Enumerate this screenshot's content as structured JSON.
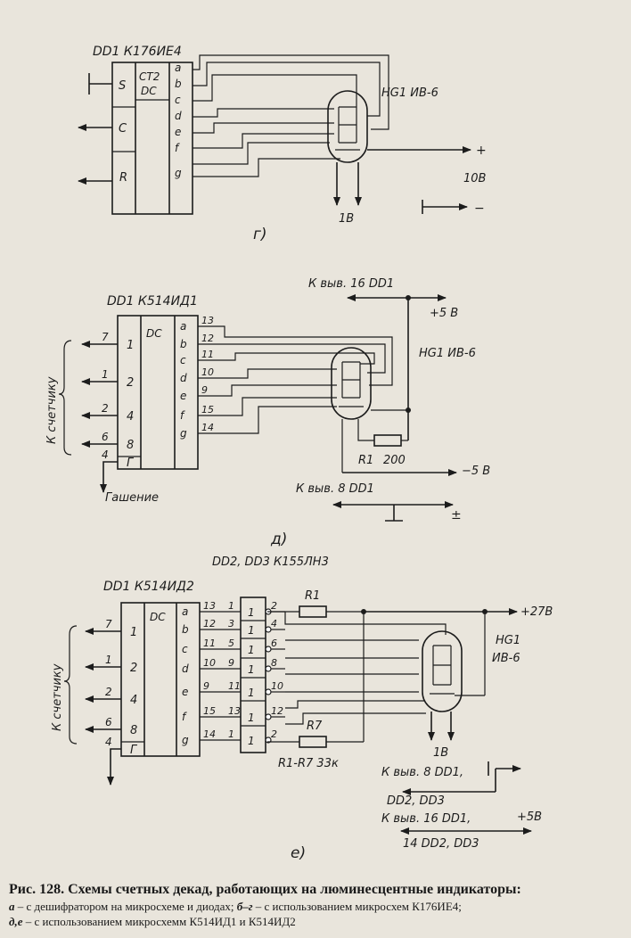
{
  "diagram_g": {
    "chip_label": "DD1  К176ИЕ4",
    "pin_s": "S",
    "pin_c": "C",
    "pin_r": "R",
    "block_a": "CT2",
    "block_b": "DC",
    "outputs": [
      "a",
      "b",
      "c",
      "d",
      "e",
      "f",
      "g"
    ],
    "tube_label": "HG1  ИВ-6",
    "plus": "+",
    "minus": "−",
    "voltage_10": "10В",
    "voltage_1": "1В",
    "sub_label": "г)"
  },
  "diagram_d": {
    "chip_label": "DD1  К514ИД1",
    "block": "DC",
    "inputs": [
      "1",
      "2",
      "4",
      "8",
      "Г"
    ],
    "input_pins": [
      "7",
      "1",
      "2",
      "6",
      "4"
    ],
    "outputs": [
      "a",
      "b",
      "c",
      "d",
      "e",
      "f",
      "g"
    ],
    "output_pins": [
      "13",
      "12",
      "11",
      "10",
      "9",
      "15",
      "14"
    ],
    "counter_label": "К счетчику",
    "blank_label": "Гашение",
    "pin16_label": "К выв. 16 DD1",
    "plus5": "+5 В",
    "minus5": "−5 В",
    "tube_label": "HG1  ИВ-6",
    "r1": "R1",
    "r1_val": "200",
    "pin8_label": "К выв. 8 DD1",
    "pm": "±",
    "sub_label": "д)"
  },
  "diagram_e": {
    "inv_label": "DD2, DD3  К155ЛН3",
    "chip_label": "DD1  К514ИД2",
    "block": "DC",
    "inputs": [
      "1",
      "2",
      "4",
      "8",
      "Г"
    ],
    "input_pins": [
      "7",
      "1",
      "2",
      "6",
      "4"
    ],
    "outputs": [
      "a",
      "b",
      "c",
      "d",
      "e",
      "f",
      "g"
    ],
    "output_pins": [
      "13",
      "12",
      "11",
      "10",
      "9",
      "15",
      "14"
    ],
    "inv_in": [
      "1",
      "3",
      "5",
      "9",
      "11",
      "13",
      "1"
    ],
    "inv_sym": "1",
    "inv_out": [
      "2",
      "4",
      "6",
      "8",
      "10",
      "12",
      "2"
    ],
    "counter_label": "К счетчику",
    "r1": "R1",
    "r7": "R7",
    "r_range": "R1-R7   33к",
    "plus27": "+27В",
    "tube_label": "HG1",
    "tube_type": "ИВ-6",
    "v1": "1В",
    "pin8_line1": "К выв. 8 DD1,",
    "pin8_line2": "DD2, DD3",
    "pin16_line1": "К выв. 16 DD1,",
    "pin16_line2": "14 DD2, DD3",
    "plus5": "+5В",
    "sub_label": "е)"
  },
  "caption": {
    "title": "Рис. 128. Схемы счетных декад, работающих на люминесцентные индикаторы:",
    "a_key": "а",
    "a_text": " – с дешифратором на микросхеме и диодах; ",
    "bg_key": "б–г",
    "bg_text": " – с использованием микросхем К176ИЕ4;",
    "de_key": "д,е",
    "de_text": " – с использованием микросхемм К514ИД1 и К514ИД2"
  }
}
